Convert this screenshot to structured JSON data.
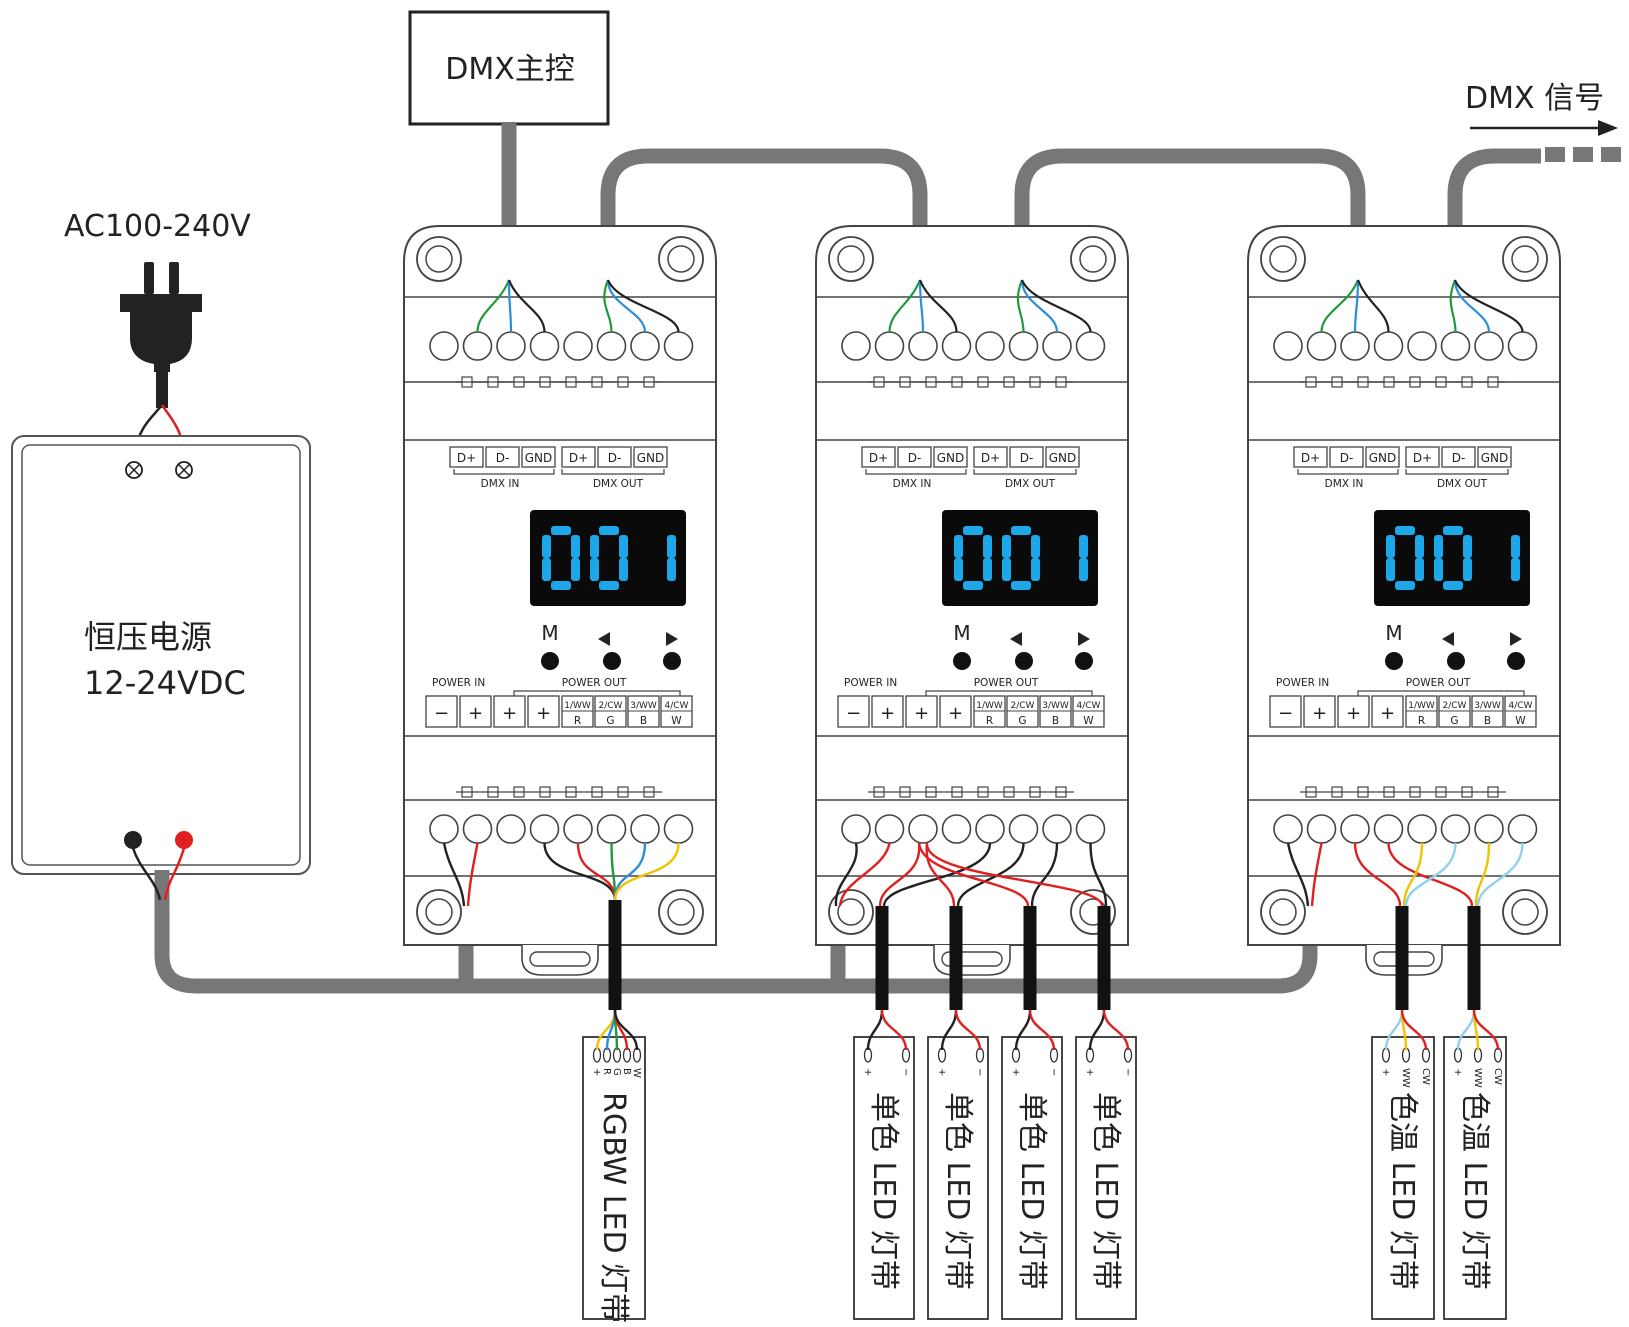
{
  "master": {
    "label": "DMX主控"
  },
  "signal": {
    "label": "DMX 信号"
  },
  "ac_input": {
    "label": "AC100-240V"
  },
  "power_supply": {
    "line1": "恒压电源",
    "line2": "12-24VDC"
  },
  "decoder": {
    "display": "001",
    "menu_key": "M",
    "dmx_terminals": [
      "D+",
      "D-",
      "GND",
      "D+",
      "D-",
      "GND"
    ],
    "dmx_in_label": "DMX IN",
    "dmx_out_label": "DMX OUT",
    "power_in_label": "POWER IN",
    "power_out_label": "POWER OUT",
    "power_terminals": [
      "−",
      "+",
      "+",
      "+"
    ],
    "channel_top": [
      "1/WW",
      "2/CW",
      "3/WW",
      "4/CW"
    ],
    "channel_bottom": [
      "R",
      "G",
      "B",
      "W"
    ]
  },
  "strips": [
    {
      "label": "RGBW LED 灯带",
      "pins": [
        "W",
        "B",
        "G",
        "R",
        "+"
      ]
    },
    {
      "label": "单色 LED 灯带",
      "pins": [
        "−",
        "+"
      ]
    },
    {
      "label": "单色 LED 灯带",
      "pins": [
        "−",
        "+"
      ]
    },
    {
      "label": "单色 LED 灯带",
      "pins": [
        "−",
        "+"
      ]
    },
    {
      "label": "单色 LED 灯带",
      "pins": [
        "−",
        "+"
      ]
    },
    {
      "label": "色温 LED 灯带",
      "pins": [
        "CW",
        "WW",
        "+"
      ]
    },
    {
      "label": "色温 LED 灯带",
      "pins": [
        "CW",
        "WW",
        "+"
      ]
    }
  ],
  "colors": {
    "cable": "#777777",
    "display_bg": "#0a0a0a",
    "digit": "#1ea7e8",
    "red": "#e02020",
    "green": "#1f9a3a",
    "blue": "#2a8fd8",
    "yellow": "#f2c200",
    "light_blue": "#8fd0f0"
  }
}
